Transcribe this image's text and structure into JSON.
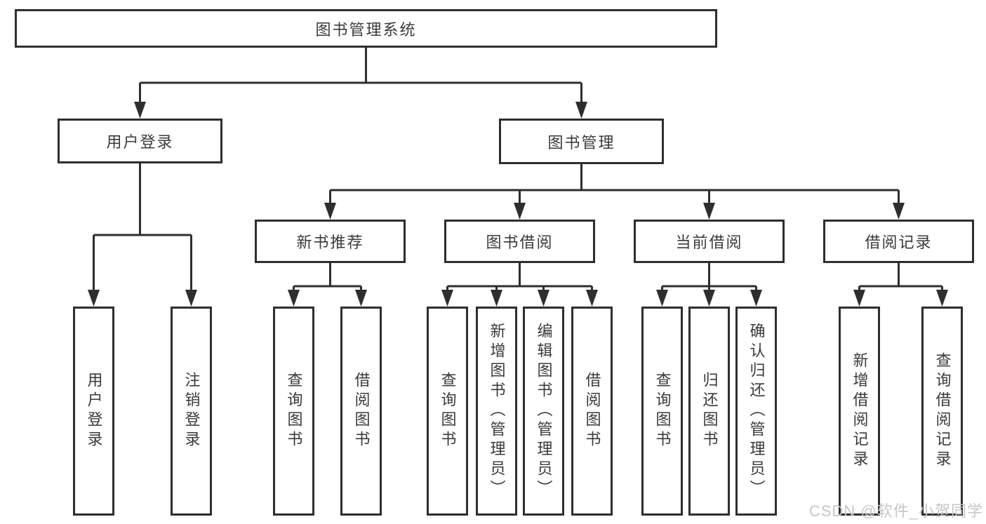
{
  "diagram": {
    "title": "图书管理系统",
    "colors": {
      "line": "#2e2e2e",
      "box_border": "#2e2e2e",
      "text": "#3a3a3a",
      "background": "#ffffff",
      "watermark": "#c6c6c6"
    },
    "nodes": {
      "root": "图书管理系统",
      "branches": [
        "用户登录",
        "图书管理"
      ],
      "groups": [
        "新书推荐",
        "图书借阅",
        "当前借阅",
        "借阅记录"
      ],
      "leaves": [
        "用户登录",
        "注销登录",
        "查询图书",
        "借阅图书",
        "查询图书",
        "新增图书（管理员）",
        "编辑图书（管理员）",
        "借阅图书",
        "查询图书",
        "归还图书",
        "确认归还（管理员）",
        "新增借阅记录",
        "查询借阅记录"
      ]
    },
    "hierarchy": {
      "图书管理系统": [
        "用户登录",
        "图书管理"
      ],
      "用户登录": [
        "用户登录",
        "注销登录"
      ],
      "图书管理": [
        "新书推荐",
        "图书借阅",
        "当前借阅",
        "借阅记录"
      ],
      "新书推荐": [
        "查询图书",
        "借阅图书"
      ],
      "图书借阅": [
        "查询图书",
        "新增图书（管理员）",
        "编辑图书（管理员）",
        "借阅图书"
      ],
      "当前借阅": [
        "查询图书",
        "归还图书",
        "确认归还（管理员）"
      ],
      "借阅记录": [
        "新增借阅记录",
        "查询借阅记录"
      ]
    },
    "watermark": "CSDN @软件_小贺同学"
  }
}
